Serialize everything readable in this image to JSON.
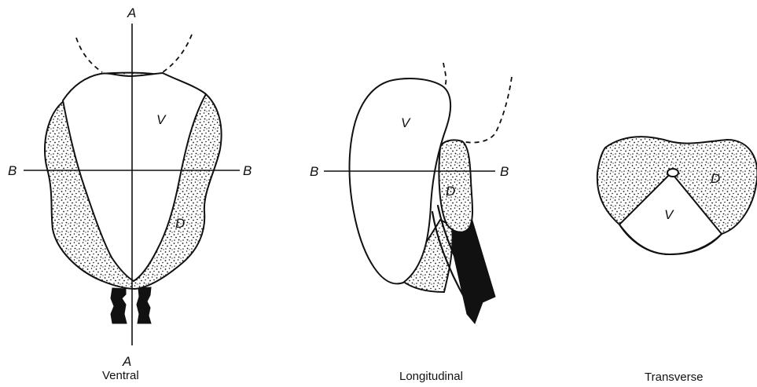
{
  "figures": {
    "ventral": {
      "caption": "Ventral",
      "axis_vertical_top": "A",
      "axis_vertical_bottom": "A",
      "axis_horizontal_left": "B",
      "axis_horizontal_right": "B",
      "region_v": "V",
      "region_d": "D"
    },
    "longitudinal": {
      "caption": "Longitudinal",
      "axis_horizontal_left": "B",
      "axis_horizontal_right": "B",
      "region_v": "V",
      "region_d": "D"
    },
    "transverse": {
      "caption": "Transverse",
      "region_v": "V",
      "region_d": "D"
    }
  }
}
